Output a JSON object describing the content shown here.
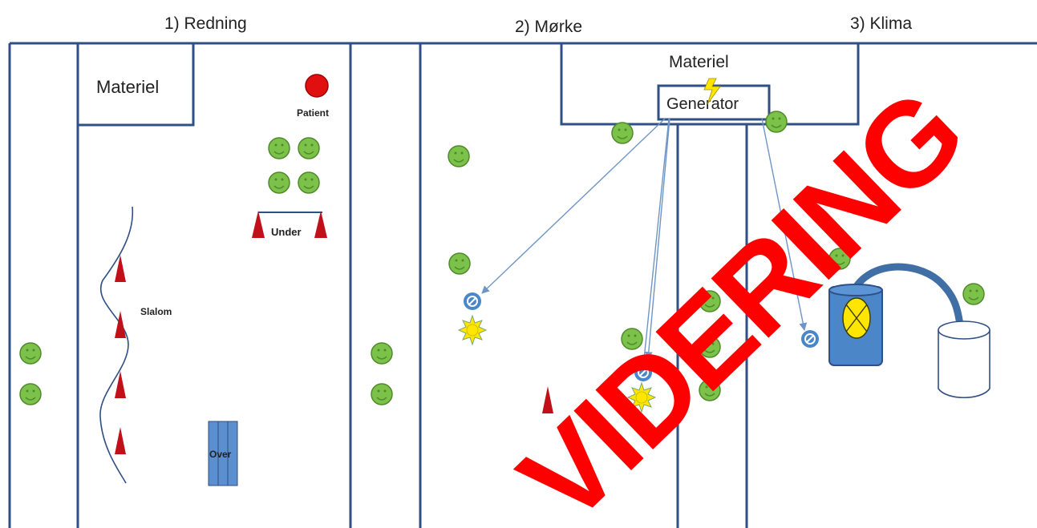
{
  "titles": {
    "redning": "1) Redning",
    "morke": "2) Mørke",
    "klima": "3) Klima"
  },
  "labels": {
    "materiel_left": "Materiel",
    "materiel_center": "Materiel",
    "generator": "Generator",
    "patient": "Patient",
    "under": "Under",
    "slalom": "Slalom",
    "over": "Over"
  },
  "watermark": "VIDERING",
  "colors": {
    "wall": "#2f4f86",
    "smiley_fill": "#7cc24a",
    "smiley_stroke": "#4f8a2a",
    "patient": "#e01010",
    "cone": "#c0111b",
    "lamp_blue": "#4a86c8",
    "lamp_yellow": "#ffe600",
    "block_blue": "#5b8fd0",
    "arrow": "#6f95c7",
    "watermark": "#ff0000"
  }
}
